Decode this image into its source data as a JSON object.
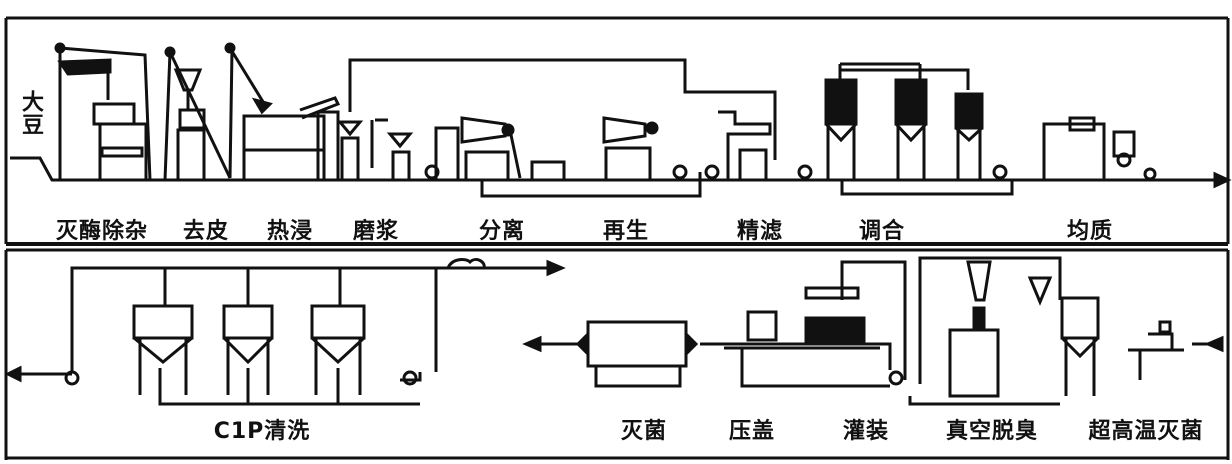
{
  "title": "豆乳生产工艺流程",
  "upper_line": {
    "input_label": "大豆",
    "steps": [
      "灭酶除杂",
      "去皮",
      "热浸",
      "磨浆",
      "分离",
      "再生",
      "精滤",
      "调合",
      "均质"
    ]
  },
  "lower_line": {
    "cleaning_label": "C1P清洗",
    "steps": [
      "灭菌",
      "压盖",
      "灌装",
      "真空脱臭",
      "超高温灭菌"
    ]
  },
  "colors": {
    "ink": "#111111",
    "paper": "#ffffff"
  }
}
